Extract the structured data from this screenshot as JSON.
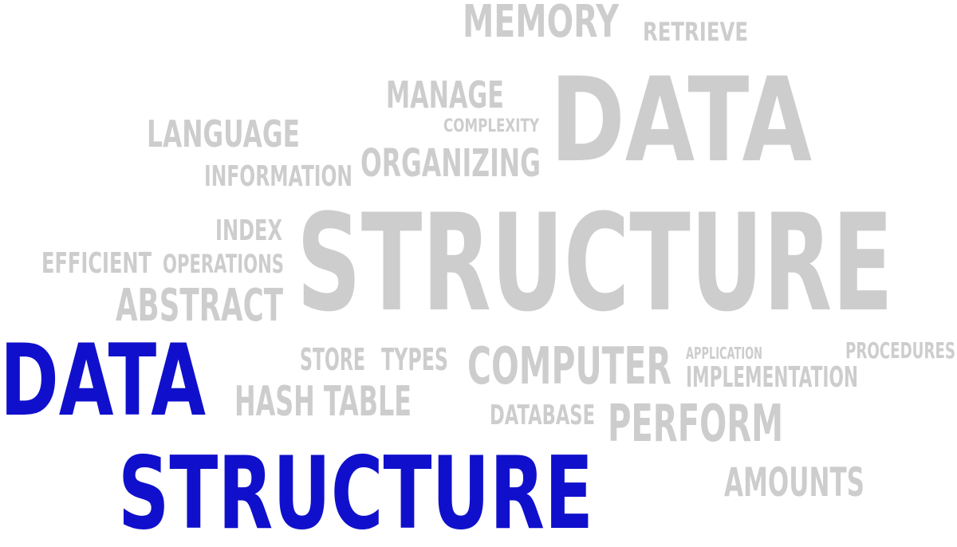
{
  "colors": {
    "background": "#ffffff",
    "word": "#cdcdcd",
    "highlight": "#1010cc"
  },
  "words": {
    "memory": "MEMORY",
    "retrieve": "RETRIEVE",
    "manage": "MANAGE",
    "data_big": "DATA",
    "language": "LANGUAGE",
    "complexity": "COMPLEXITY",
    "information": "INFORMATION",
    "organizing": "ORGANIZING",
    "structure_big": "STRUCTURE",
    "index": "INDEX",
    "efficient": "EFFICIENT",
    "operations": "OPERATIONS",
    "abstract": "ABSTRACT",
    "store": "STORE",
    "types": "TYPES",
    "computer": "COMPUTER",
    "application": "APPLICATION",
    "procedures": "PROCEDURES",
    "implementation": "IMPLEMENTATION",
    "hash_table": "HASH TABLE",
    "database": "DATABASE",
    "perform": "PERFORM",
    "amounts": "AMOUNTS",
    "hero_data": "DATA",
    "hero_structure": "STRUCTURE"
  }
}
